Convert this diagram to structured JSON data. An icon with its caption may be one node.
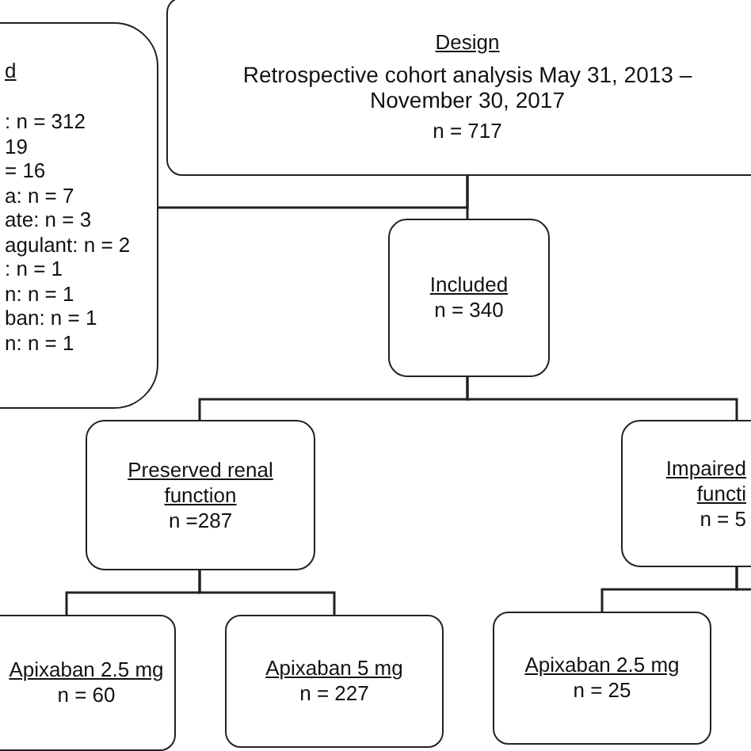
{
  "diagram": {
    "nodes": [
      {
        "text": [
          "d",
          ": n = 312",
          "19",
          "= 16",
          "a: n = 7",
          "ate: n = 3",
          "agulant: n = 2",
          ": n = 1",
          "n: n = 1",
          "ban: n = 1",
          "n: n = 1"
        ]
      },
      {
        "text": [
          "Design",
          "Retrospective cohort analysis May 31, 2013 – November 30, 2017",
          "n = 717"
        ]
      },
      {
        "text": [
          "Included",
          "n = 340"
        ]
      },
      {
        "text": [
          "Preserved renal function",
          "n =287"
        ]
      },
      {
        "text": [
          "Impaired functi",
          "n = 5"
        ]
      },
      {
        "text": [
          "Apixaban 2.5 mg",
          "n = 60"
        ]
      },
      {
        "text": [
          "Apixaban 5 mg",
          "n = 227"
        ]
      },
      {
        "text": [
          "Apixaban 2.5 mg",
          "n = 25"
        ]
      }
    ],
    "edges": [
      {
        "from": 1,
        "to": 2,
        "arrow": "none"
      },
      {
        "from": 1,
        "to": 0,
        "arrow": "none"
      },
      {
        "from": 2,
        "to": 3,
        "arrow": "none"
      },
      {
        "from": 2,
        "to": 4,
        "arrow": "none"
      },
      {
        "from": 3,
        "to": 5,
        "arrow": "none"
      },
      {
        "from": 3,
        "to": 6,
        "arrow": "none"
      },
      {
        "from": 4,
        "to": 7,
        "arrow": "none"
      },
      {
        "from": 4,
        "to": null,
        "arrow": "none"
      }
    ]
  }
}
